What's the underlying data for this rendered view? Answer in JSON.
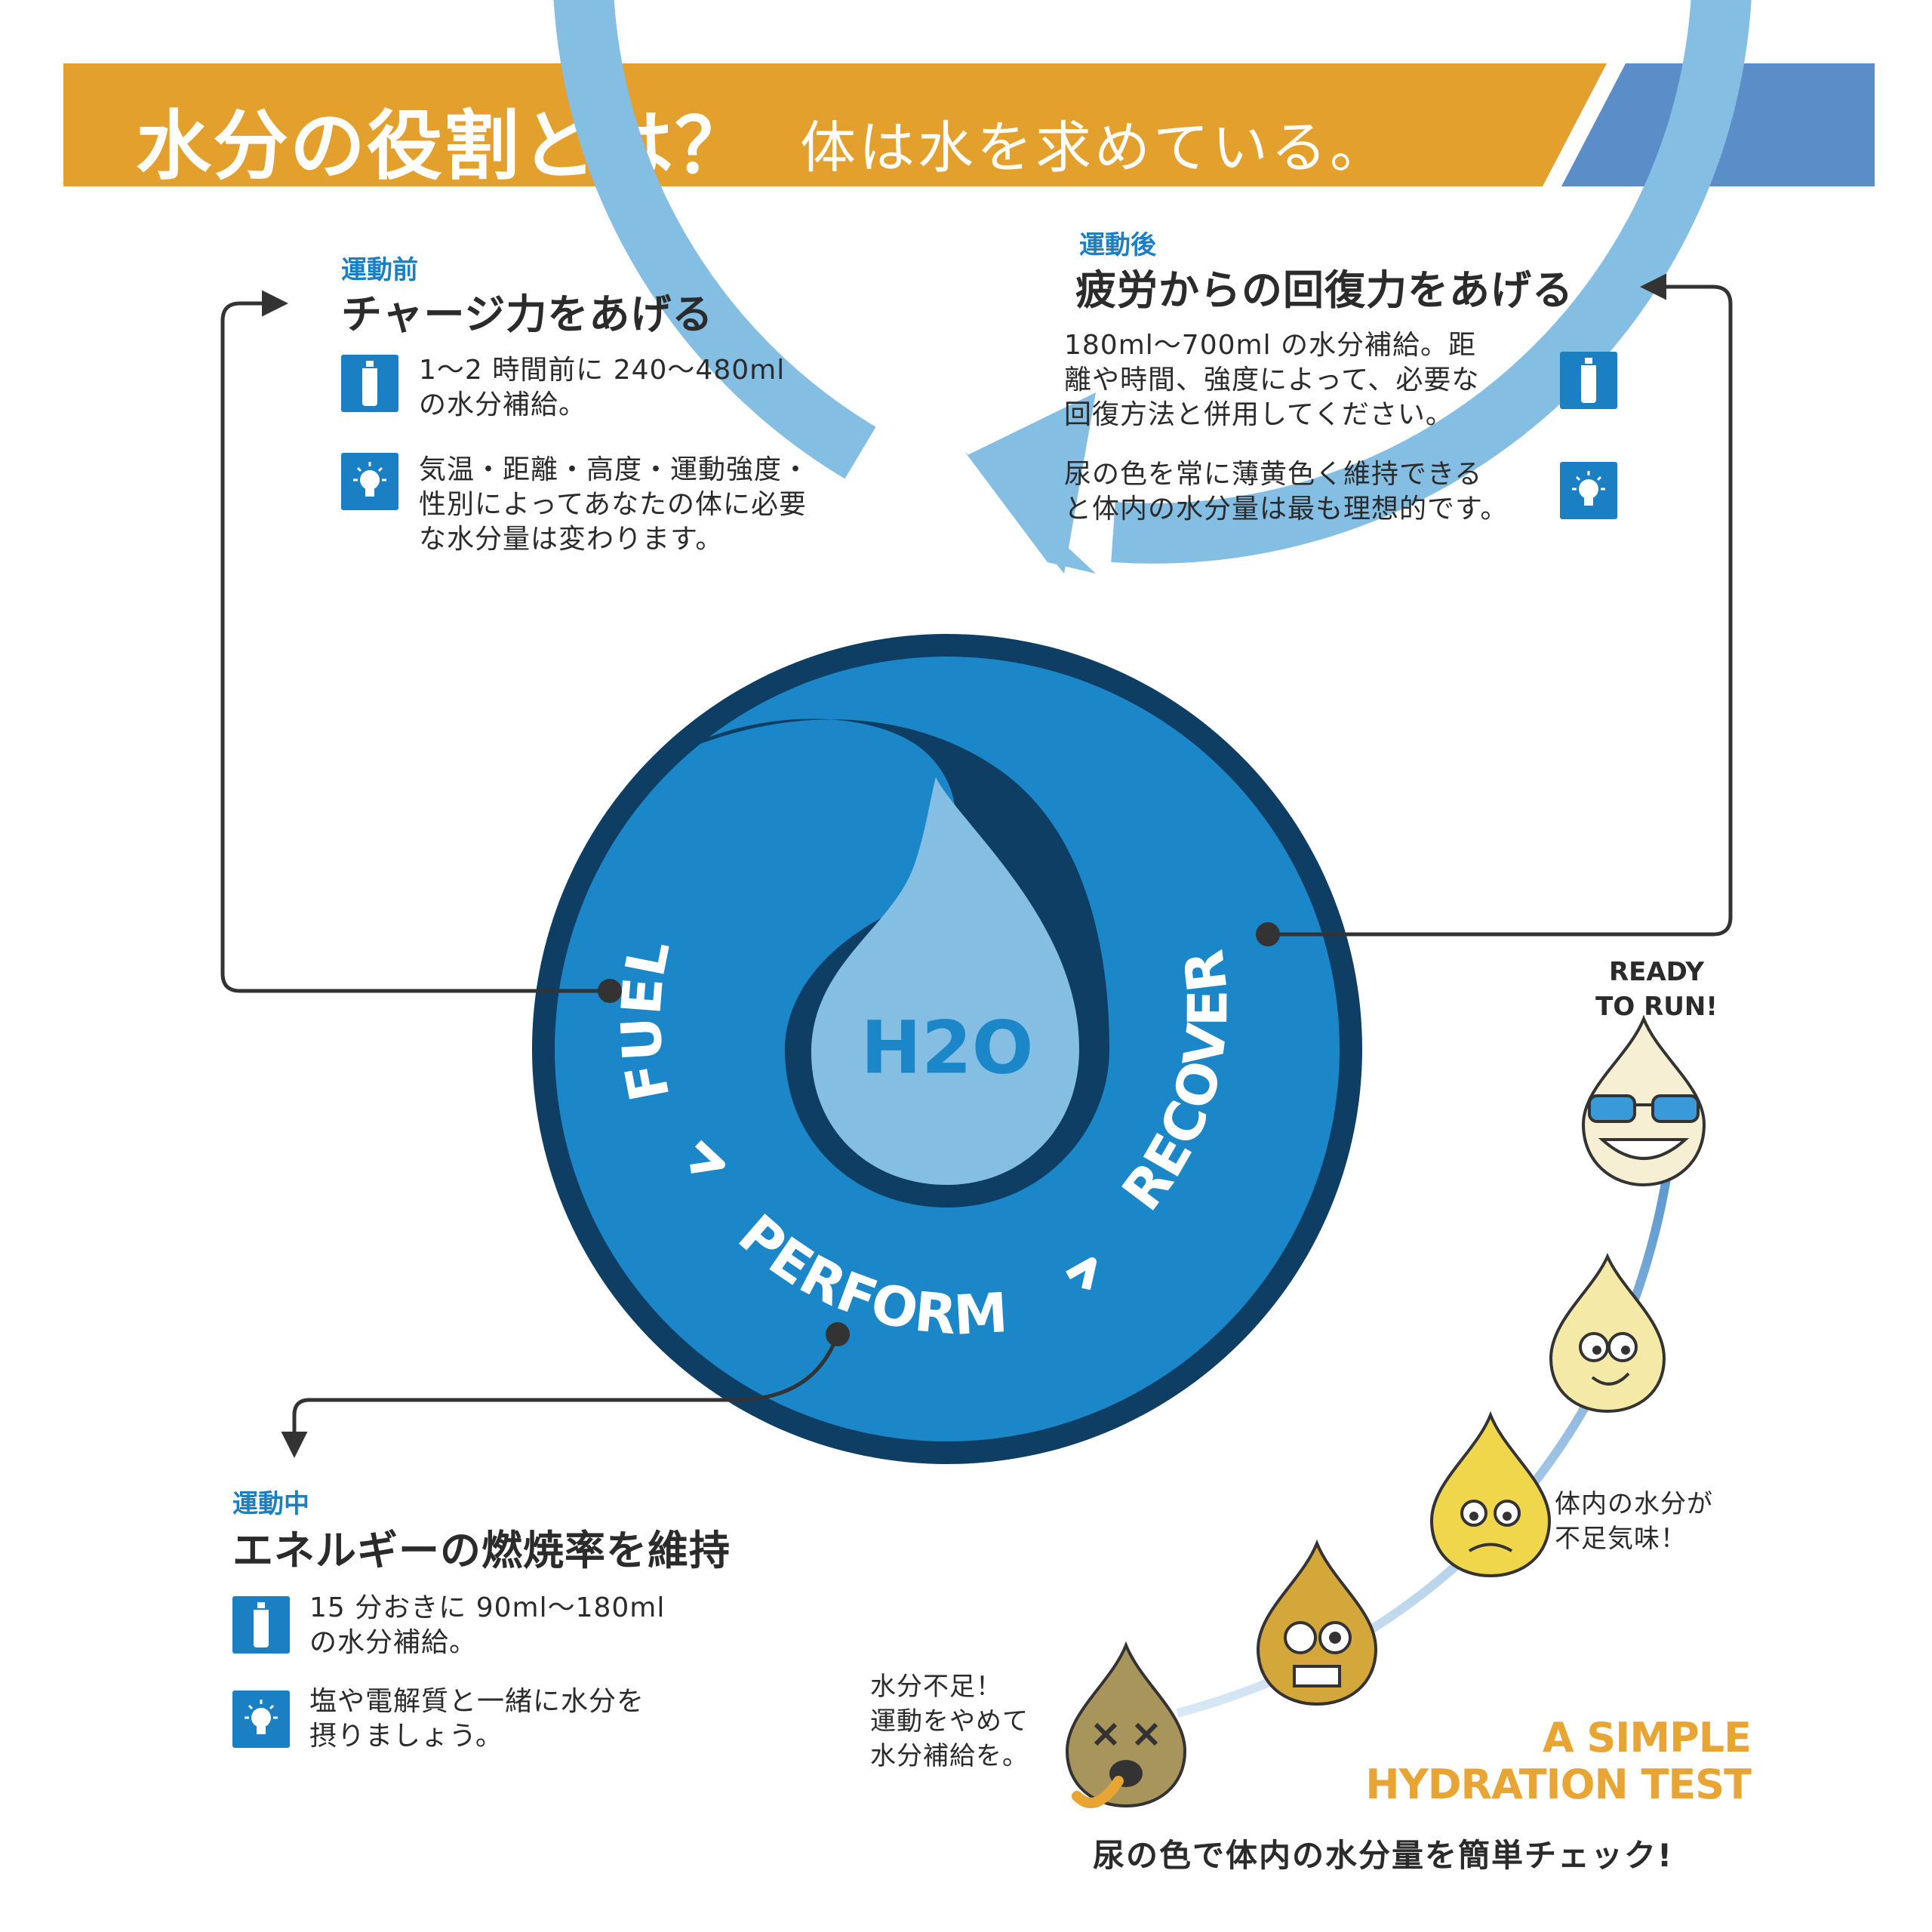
{
  "banner": {
    "title": "水分の役割とは？",
    "subtitle": "体は水を求めている。",
    "colors": {
      "main": "#e4a02c",
      "accent": "#5b8ec8"
    }
  },
  "center": {
    "h2o": "H2O",
    "fuel": "FUEL",
    "perform": "PERFORM",
    "recover": "RECOVER",
    "colors": {
      "outer": "#0e3e64",
      "inner": "#1b86c8",
      "ring": "#84bee3",
      "drop": "#84bee3"
    }
  },
  "before": {
    "phase": "運動前",
    "heading": "チャージ力をあげる",
    "item1": "1〜2 時間前に 240〜480ml\nの水分補給。",
    "item2": "気温・距離・高度・運動強度・\n性別によってあなたの体に必要\nな水分量は変わります。"
  },
  "after": {
    "phase": "運動後",
    "heading": "疲労からの回復力をあげる",
    "item1": "180ml〜700ml の水分補給。距\n離や時間、強度によって、必要な\n回復方法と併用してください。",
    "item2": "尿の色を常に薄黄色く維持できる\nと体内の水分量は最も理想的です。"
  },
  "during": {
    "phase": "運動中",
    "heading": "エネルギーの燃焼率を維持",
    "item1": "15 分おきに 90ml〜180ml\nの水分補給。",
    "item2": "塩や電解質と一緒に水分を\n摂りましょう。"
  },
  "test": {
    "ready": "READY\nTO RUN!",
    "low": "体内の水分が\n不足気味！",
    "dehydrated": "水分不足！\n運動をやめて\n水分補給を。",
    "title": "A SIMPLE\nHYDRATION TEST",
    "subtitle": "尿の色で体内の水分量を簡単チェック!"
  },
  "icons": [
    "bottle-icon",
    "lightbulb-icon"
  ]
}
